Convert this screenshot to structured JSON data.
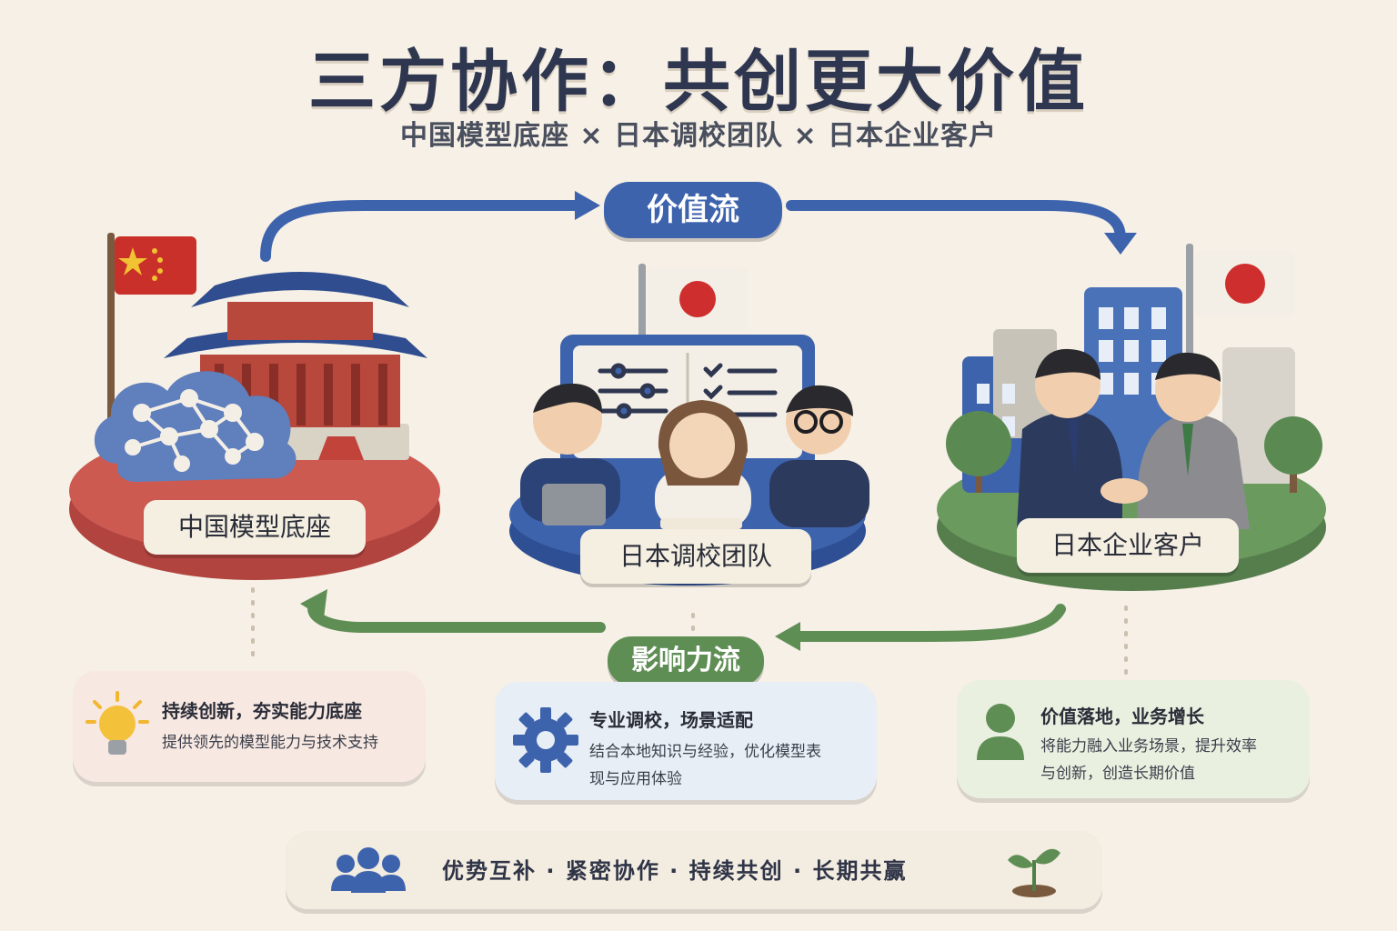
{
  "title": "三方协作：共创更大价值",
  "subtitle": "中国模型底座 × 日本调校团队 × 日本企业客户",
  "flows": {
    "value_flow": "价值流",
    "influence_flow": "影响力流"
  },
  "stages": [
    {
      "label": "中国模型底座"
    },
    {
      "label": "日本调校团队"
    },
    {
      "label": "日本企业客户"
    }
  ],
  "cards": [
    {
      "icon": "lightbulb-icon",
      "title": "持续创新，夯实能力底座",
      "desc": "提供领先的模型能力与技术支持"
    },
    {
      "icon": "gear-icon",
      "title": "专业调校，场景适配",
      "desc_lines": [
        "结合本地知识与经验，优化模型表",
        "现与应用体验"
      ]
    },
    {
      "icon": "person-icon",
      "title": "价值落地，业务增长",
      "desc_lines": [
        "将能力融入业务场景，提升效率",
        "与创新，创造长期价值"
      ]
    }
  ],
  "bottom": {
    "text": "优势互补 · 紧密协作 · 持续共创 · 长期共赢"
  },
  "colors": {
    "red": "#c9524a",
    "blue": "#3e63ad",
    "green": "#5f8e55",
    "navy": "#2e3650",
    "cream": "#f6f0e6"
  }
}
